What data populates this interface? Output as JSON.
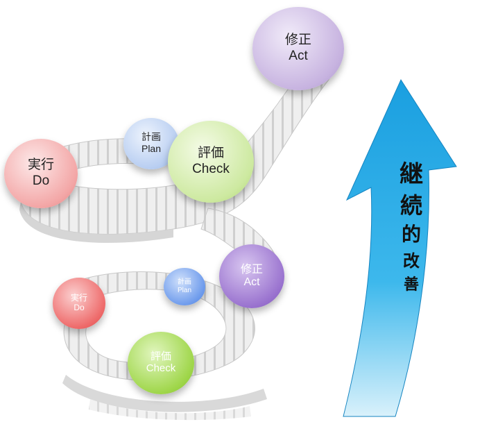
{
  "colors": {
    "act": "#c9b6e2",
    "plan": "#b9cff2",
    "check": "#cfeaa1",
    "do": "#f3a7a7",
    "arrow": "#1fa7e3",
    "stair": "#e9e9e9"
  },
  "upper_cycle": {
    "act": {
      "jp": "修正",
      "en": "Act"
    },
    "plan": {
      "jp": "計画",
      "en": "Plan"
    },
    "check": {
      "jp": "評価",
      "en": "Check"
    },
    "do": {
      "jp": "実行",
      "en": "Do"
    }
  },
  "lower_cycle": {
    "act": {
      "jp": "修正",
      "en": "Act"
    },
    "plan": {
      "jp": "計画",
      "en": "Plan"
    },
    "check": {
      "jp": "評価",
      "en": "Check"
    },
    "do": {
      "jp": "実行",
      "en": "Do"
    }
  },
  "arrow": {
    "chars": [
      "継",
      "続",
      "的",
      "改",
      "善"
    ]
  }
}
